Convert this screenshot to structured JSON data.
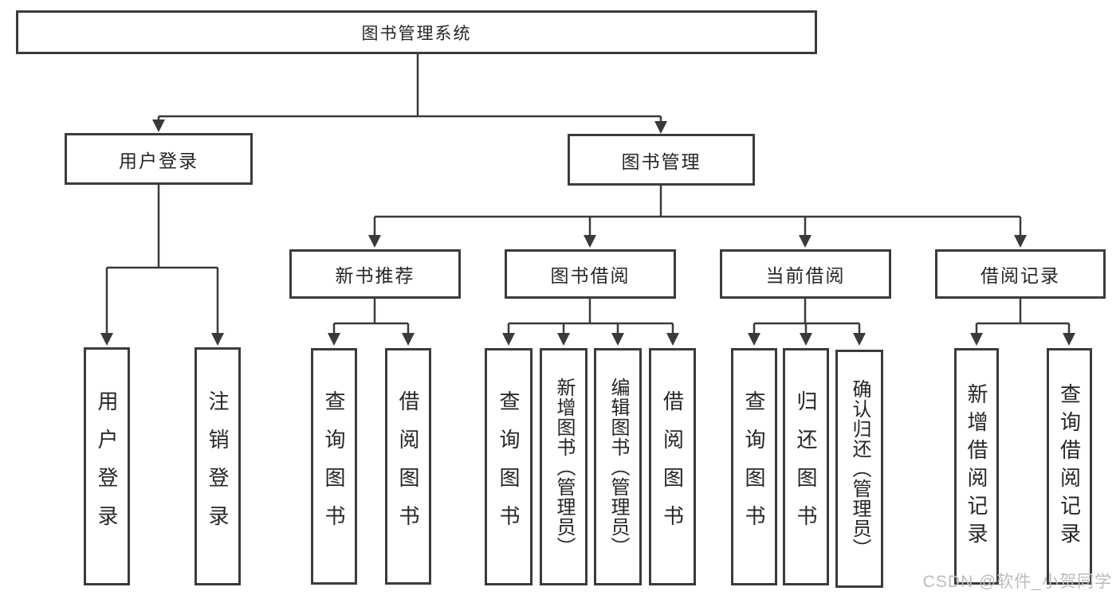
{
  "tree": {
    "label": "图书管理系统",
    "children": [
      {
        "label": "用户登录",
        "children": [
          {
            "label": "用户登录"
          },
          {
            "label": "注销登录"
          }
        ]
      },
      {
        "label": "图书管理",
        "children": [
          {
            "label": "新书推荐",
            "children": [
              {
                "label": "查询图书"
              },
              {
                "label": "借阅图书"
              }
            ]
          },
          {
            "label": "图书借阅",
            "children": [
              {
                "label": "查询图书"
              },
              {
                "label": "新增图书（管理员）"
              },
              {
                "label": "编辑图书（管理员）"
              },
              {
                "label": "借阅图书"
              }
            ]
          },
          {
            "label": "当前借阅",
            "children": [
              {
                "label": "查询图书"
              },
              {
                "label": "归还图书"
              },
              {
                "label": "确认归还（管理员）"
              }
            ]
          },
          {
            "label": "借阅记录",
            "children": [
              {
                "label": "新增借阅记录"
              },
              {
                "label": "查询借阅记录"
              }
            ]
          }
        ]
      }
    ]
  },
  "watermark": {
    "text": "CSDN @软件_小贺同学",
    "color": "#bcbcbc"
  },
  "colors": {
    "border": "#3b3b3b",
    "connector": "#3a3a3a",
    "text": "#262626",
    "background": "#ffffff"
  }
}
